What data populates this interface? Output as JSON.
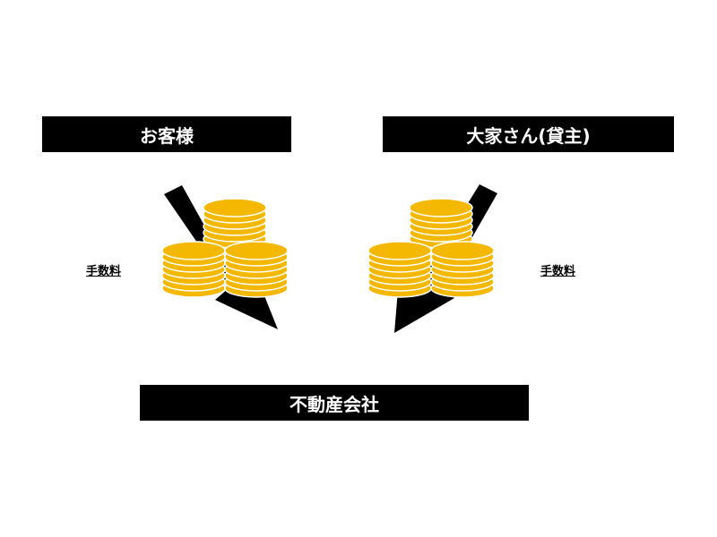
{
  "boxes": {
    "customer": "お客様",
    "landlord": "大家さん(貸主)",
    "agency": "不動産会社"
  },
  "fees": {
    "left": "手数料",
    "right": "手数料"
  },
  "icons": {
    "coin_stack": "gold-coin-stack-icon",
    "arrow": "down-arrow-icon"
  },
  "colors": {
    "box_bg": "#000000",
    "box_text": "#ffffff",
    "coin": "#f5b800",
    "coin_stroke": "#ffffff"
  }
}
